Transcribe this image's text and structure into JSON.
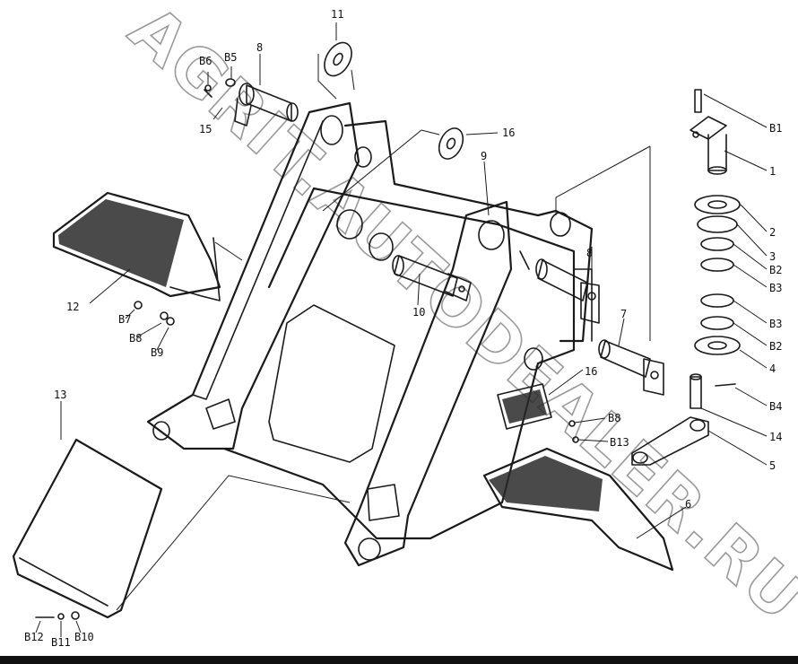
{
  "watermark": "AGRIT.AUTODEALER.RU",
  "callouts": [
    {
      "id": "c11",
      "text": "11"
    },
    {
      "id": "c8a",
      "text": "8"
    },
    {
      "id": "cB6",
      "text": "B6"
    },
    {
      "id": "cB5",
      "text": "B5"
    },
    {
      "id": "c15",
      "text": "15"
    },
    {
      "id": "c16a",
      "text": "16"
    },
    {
      "id": "c9",
      "text": "9"
    },
    {
      "id": "cB1",
      "text": "B1"
    },
    {
      "id": "c1",
      "text": "1"
    },
    {
      "id": "c2",
      "text": "2"
    },
    {
      "id": "c3",
      "text": "3"
    },
    {
      "id": "cB2a",
      "text": "B2"
    },
    {
      "id": "cB3a",
      "text": "B3"
    },
    {
      "id": "cB3b",
      "text": "B3"
    },
    {
      "id": "cB2b",
      "text": "B2"
    },
    {
      "id": "c4",
      "text": "4"
    },
    {
      "id": "cB4",
      "text": "B4"
    },
    {
      "id": "c14",
      "text": "14"
    },
    {
      "id": "c5",
      "text": "5"
    },
    {
      "id": "c6",
      "text": "6"
    },
    {
      "id": "c8b",
      "text": "8"
    },
    {
      "id": "c7",
      "text": "7"
    },
    {
      "id": "c10",
      "text": "10"
    },
    {
      "id": "c16b",
      "text": "16"
    },
    {
      "id": "cB8",
      "text": "B8"
    },
    {
      "id": "cB13",
      "text": "B13"
    },
    {
      "id": "c12",
      "text": "12"
    },
    {
      "id": "cB7",
      "text": "B7"
    },
    {
      "id": "cB8b",
      "text": "B8"
    },
    {
      "id": "cB9",
      "text": "B9"
    },
    {
      "id": "c13",
      "text": "13"
    },
    {
      "id": "cB12",
      "text": "B12"
    },
    {
      "id": "cB11",
      "text": "B11"
    },
    {
      "id": "cB10",
      "text": "B10"
    }
  ]
}
